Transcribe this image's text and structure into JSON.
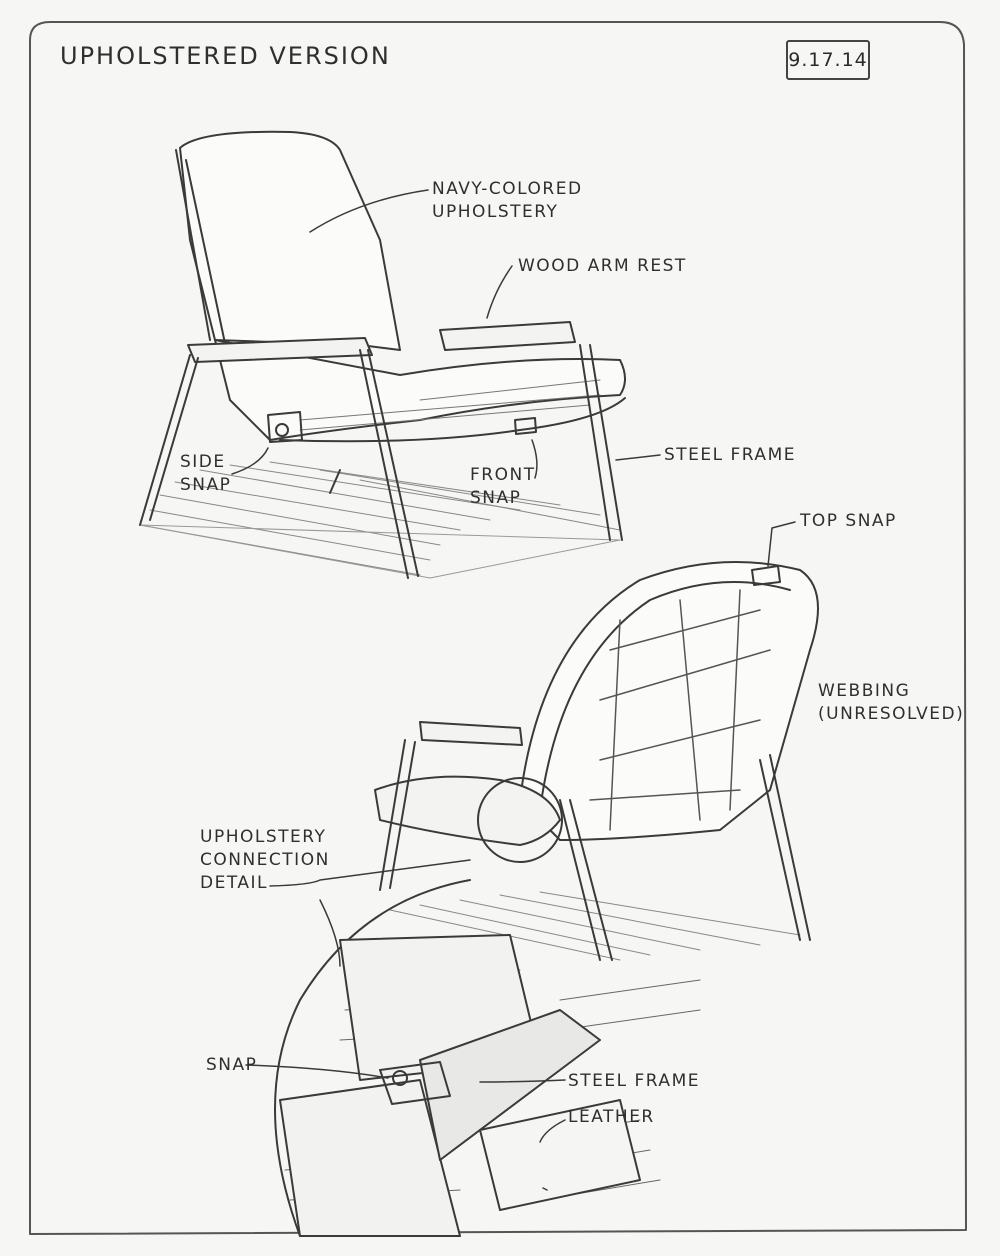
{
  "sketch": {
    "title": "UPHOLSTERED VERSION",
    "date": "9.17.14",
    "labels": {
      "navy_upholstery": "NAVY-COLORED\nUPHOLSTERY",
      "wood_arm_rest": "WOOD ARM REST",
      "side_snap": "SIDE\nSNAP",
      "front_snap": "FRONT\nSNAP",
      "steel_frame_top": "STEEL FRAME",
      "top_snap": "TOP SNAP",
      "webbing": "WEBBING\n(UNRESOLVED)",
      "connection_detail": "UPHOLSTERY\nCONNECTION\nDETAIL",
      "snap": "SNAP",
      "steel_frame_detail": "STEEL FRAME",
      "leather": "LEATHER"
    }
  }
}
